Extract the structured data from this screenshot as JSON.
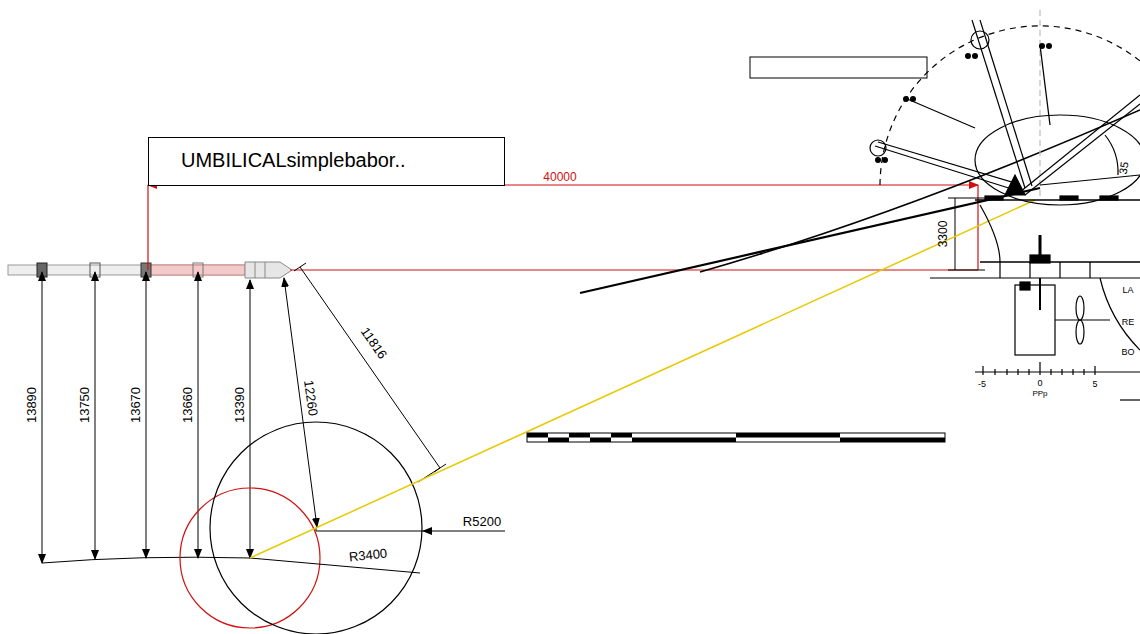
{
  "diagram": {
    "nodes": [
      {
        "text": [
          "UMBILICALsimplebabor.."
        ]
      }
    ],
    "labels": [
      "40000",
      "3300",
      "11816",
      "12260",
      "13890",
      "13750",
      "13670",
      "13660",
      "13390",
      "R5200",
      "R3400",
      "35",
      "-5",
      "0",
      "5",
      "PPp",
      "LA",
      "RE",
      "BO"
    ]
  }
}
